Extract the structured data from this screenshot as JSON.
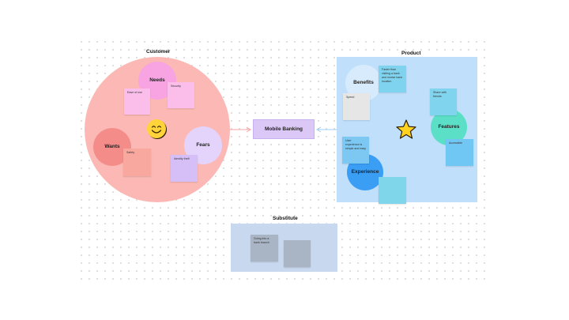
{
  "customer": {
    "title": "Customer",
    "needs": "Needs",
    "wants": "Wants",
    "fears": "Fears",
    "notes": {
      "ease_of_use": "Ease of use",
      "security": "Security",
      "safety": "Safety",
      "identity_theft": "Identity theft",
      "wants_blank": ""
    },
    "emoji": "😊"
  },
  "center": {
    "label": "Mobile Banking"
  },
  "product": {
    "title": "Product",
    "benefits": "Benefits",
    "features": "Features",
    "experience": "Experience",
    "notes": {
      "faster": "Faster than visiting a bank and mortar bank location",
      "speed": "Speed",
      "share": "Share with friends",
      "accessible": "Accessible",
      "user_experience": "User experience is simple and easy",
      "experience_blank": ""
    },
    "star": "★"
  },
  "substitute": {
    "title": "Substitute",
    "notes": {
      "going": "Going into a bank branch",
      "blank": ""
    }
  },
  "colors": {
    "customer_circle": "#fbb8b4",
    "needs": "#f8a3e2",
    "wants": "#f48d89",
    "fears": "#e4d4fb",
    "product_panel": "#bfdffb",
    "benefits": "#d7ebfc",
    "features": "#5be0c7",
    "experience": "#3a9ef5",
    "substitute_panel": "#c8d8ee",
    "arrow_left": "#f4a6a6",
    "arrow_right": "#9fcff5"
  }
}
